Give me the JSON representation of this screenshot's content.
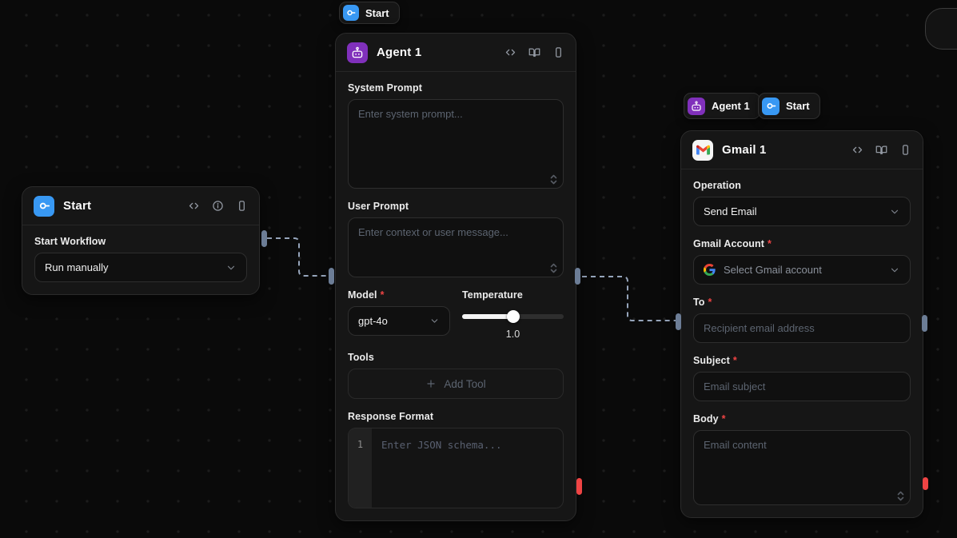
{
  "colors": {
    "accent_blue": "#3898f3",
    "accent_purple": "#8030bb",
    "required": "#ef4444",
    "handle": "#6c7d96",
    "handle_error": "#ef4444",
    "connection": "#96a5bb"
  },
  "required_marker": "*",
  "badges": {
    "top_start": {
      "label": "Start"
    },
    "agent": {
      "label": "Agent 1"
    },
    "start": {
      "label": "Start"
    }
  },
  "nodes": {
    "start": {
      "title": "Start",
      "workflow": {
        "label": "Start Workflow",
        "value": "Run manually"
      }
    },
    "agent": {
      "title": "Agent 1",
      "system_prompt": {
        "label": "System Prompt",
        "placeholder": "Enter system prompt..."
      },
      "user_prompt": {
        "label": "User Prompt",
        "placeholder": "Enter context or user message..."
      },
      "model": {
        "label": "Model",
        "value": "gpt-4o"
      },
      "temperature": {
        "label": "Temperature",
        "value": "1.0",
        "percent": 50
      },
      "tools": {
        "label": "Tools",
        "add_button": "Add Tool"
      },
      "response_format": {
        "label": "Response Format",
        "line_number": "1",
        "placeholder": "Enter JSON schema..."
      }
    },
    "gmail": {
      "title": "Gmail 1",
      "operation": {
        "label": "Operation",
        "value": "Send Email"
      },
      "account": {
        "label": "Gmail Account",
        "value": "Select Gmail account"
      },
      "to": {
        "label": "To",
        "placeholder": "Recipient email address"
      },
      "subject": {
        "label": "Subject",
        "placeholder": "Email subject"
      },
      "body": {
        "label": "Body",
        "placeholder": "Email content"
      }
    }
  }
}
